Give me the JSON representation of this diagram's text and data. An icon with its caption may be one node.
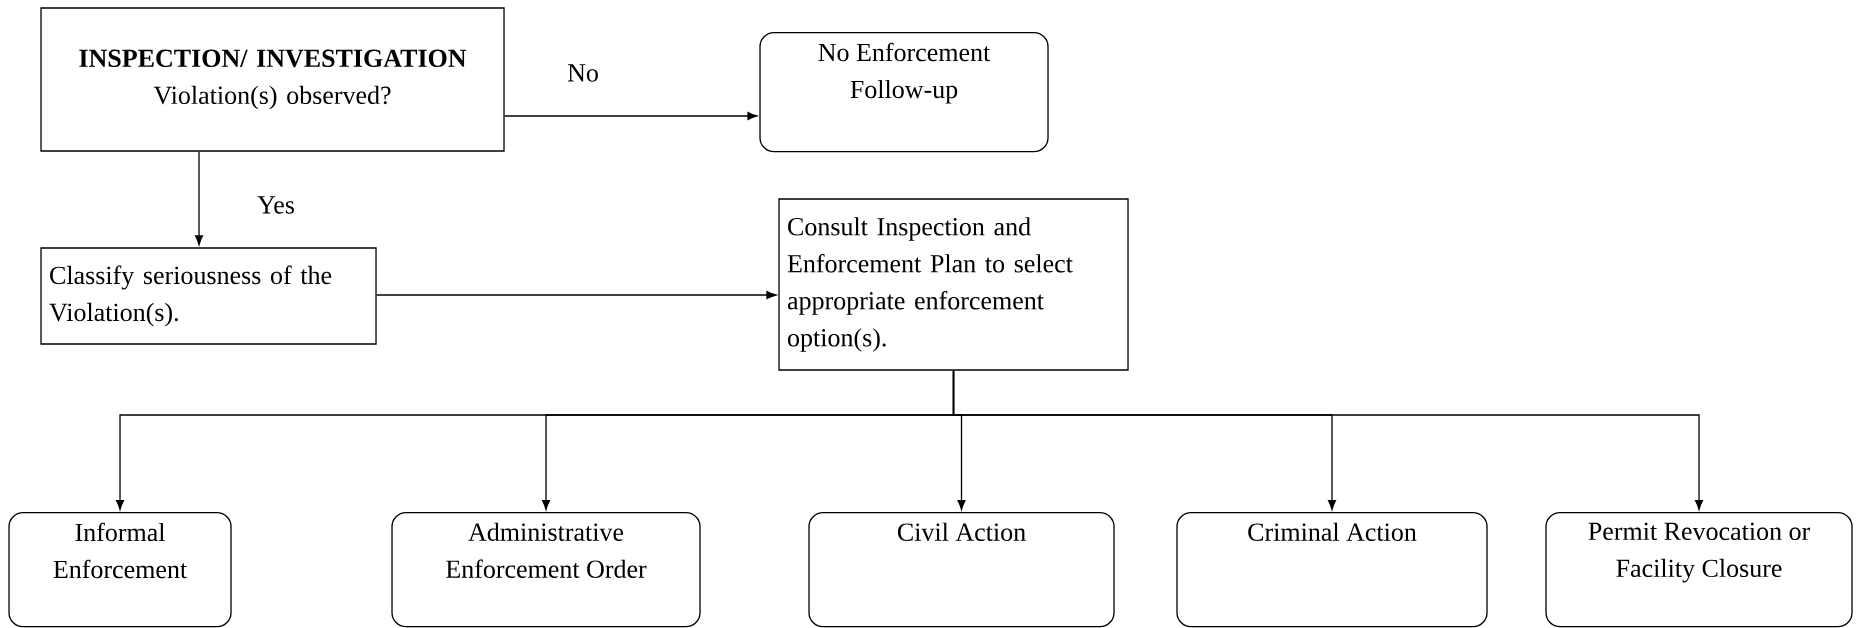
{
  "diagram": {
    "nodes": [
      {
        "text": [
          "INSPECTION/ INVESTIGATION",
          "Violation(s) observed?"
        ]
      },
      {
        "text": [
          "No Enforcement Follow-up"
        ]
      },
      {
        "text": [
          "Classify seriousness of the Violation(s)."
        ]
      },
      {
        "text": [
          "Consult Inspection and Enforcement Plan to select appropriate enforcement option(s)."
        ]
      },
      {
        "text": [
          "Informal Enforcement"
        ]
      },
      {
        "text": [
          "Administrative Enforcement Order"
        ]
      },
      {
        "text": [
          "Civil Action"
        ]
      },
      {
        "text": [
          "Criminal Action"
        ]
      },
      {
        "text": [
          "Permit Revocation or Facility Closure"
        ]
      }
    ],
    "edges": [
      {
        "from": 0,
        "to": 1,
        "arrow": "to",
        "label": "No"
      },
      {
        "from": 0,
        "to": 2,
        "arrow": "to",
        "label": "Yes"
      },
      {
        "from": 2,
        "to": 3,
        "arrow": "to"
      },
      {
        "from": 3,
        "to": 4,
        "arrow": "to"
      },
      {
        "from": 3,
        "to": 5,
        "arrow": "to"
      },
      {
        "from": 3,
        "to": 6,
        "arrow": "to"
      },
      {
        "from": 3,
        "to": 7,
        "arrow": "to"
      },
      {
        "from": 3,
        "to": 8,
        "arrow": "to"
      }
    ]
  }
}
